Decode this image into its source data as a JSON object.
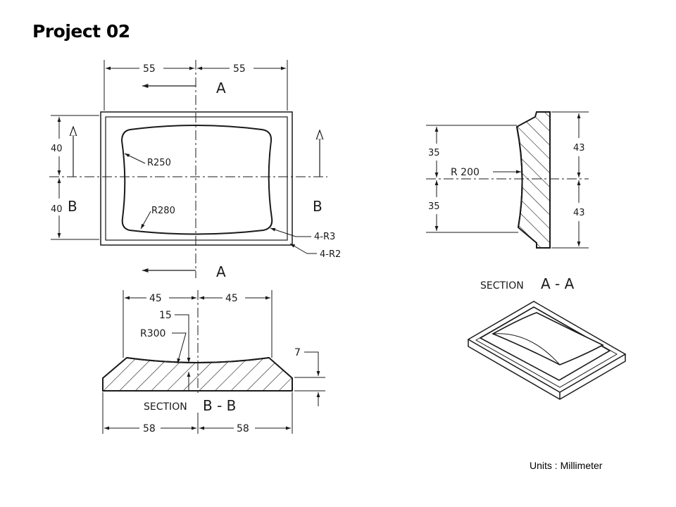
{
  "title": "Project 02",
  "units_note": "Units : Millimeter",
  "top_view": {
    "dim_top_left": "55",
    "dim_top_right": "55",
    "dim_left_upper": "40",
    "dim_left_lower": "40",
    "label_r_upper": "R250",
    "label_r_lower": "R280",
    "label_corner_inner": "4-R3",
    "label_corner_outer": "4-R2",
    "section_a_top": "A",
    "section_a_bottom": "A",
    "section_b_left": "B",
    "section_b_right": "B"
  },
  "section_bb": {
    "dim_top_left": "45",
    "dim_top_right": "45",
    "dim_depth": "15",
    "label_radius": "R300",
    "dim_height": "7",
    "dim_bottom_left": "58",
    "dim_bottom_right": "58",
    "caption_word": "SECTION",
    "caption_id": "B - B"
  },
  "section_aa": {
    "dim_left_upper": "35",
    "dim_left_lower": "35",
    "dim_right_upper": "43",
    "dim_right_lower": "43",
    "label_radius": "R 200",
    "caption_word": "SECTION",
    "caption_id": "A - A"
  }
}
